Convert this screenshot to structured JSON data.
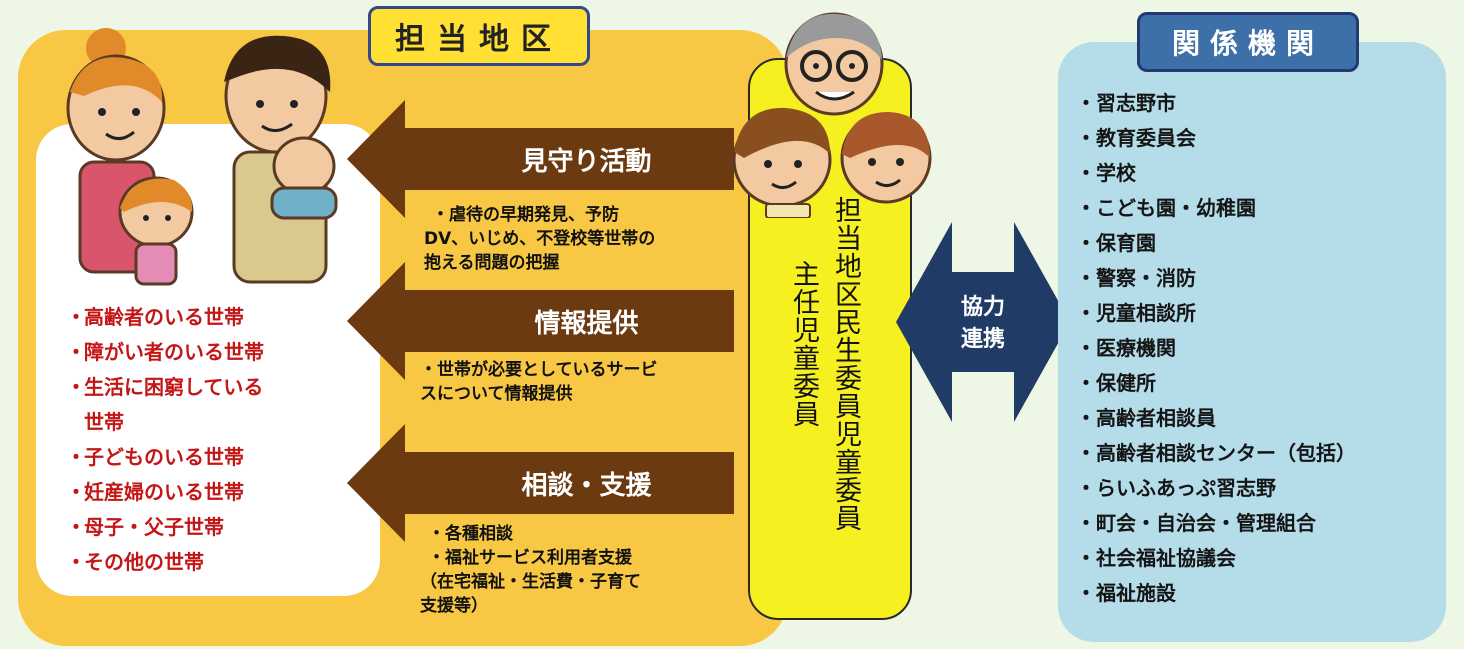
{
  "area_tag": "担当地区",
  "households": [
    "高齢者のいる世帯",
    "障がい者のいる世帯",
    "生活に困窮している",
    "世帯",
    "子どものいる世帯",
    "妊産婦のいる世帯",
    "母子・父子世帯",
    "その他の世帯"
  ],
  "arrows": [
    {
      "label": "見守り活動",
      "detail": [
        "・虐待の早期発見、予防",
        "DV、いじめ、不登校等世帯の",
        "抱える問題の把握"
      ]
    },
    {
      "label": "情報提供",
      "detail": [
        "・世帯が必要としているサービ",
        "スについて情報提供"
      ]
    },
    {
      "label": "相談・支援",
      "detail": [
        "・各種相談",
        "・福祉サービス利用者支援",
        "（在宅福祉・生活費・子育て",
        "支援等）"
      ]
    }
  ],
  "role": {
    "col1": "担当地区民生委員児童委員",
    "col2": "主任児童委員"
  },
  "cooperation": [
    "協力",
    "連携"
  ],
  "agency_tag": "関係機関",
  "agencies": [
    "・習志野市",
    "・教育委員会",
    "・学校",
    "・こども園・幼稚園",
    "・保育園",
    "・警察・消防",
    "・児童相談所",
    "・医療機関",
    "・保健所",
    "・高齢者相談員",
    "・高齢者相談センター（包括）",
    "・らいふあっぷ習志野",
    "・町会・自治会・管理組合",
    "・社会福祉協議会",
    "・福祉施設"
  ],
  "colors": {
    "area_bg": "#f8c844",
    "arrow": "#6b3a11",
    "role_box": "#f7f021",
    "agency_bg": "#b4dce9",
    "agency_tag": "#3d6fa8",
    "double_arrow": "#1f3b66",
    "household_text": "#c41616"
  }
}
